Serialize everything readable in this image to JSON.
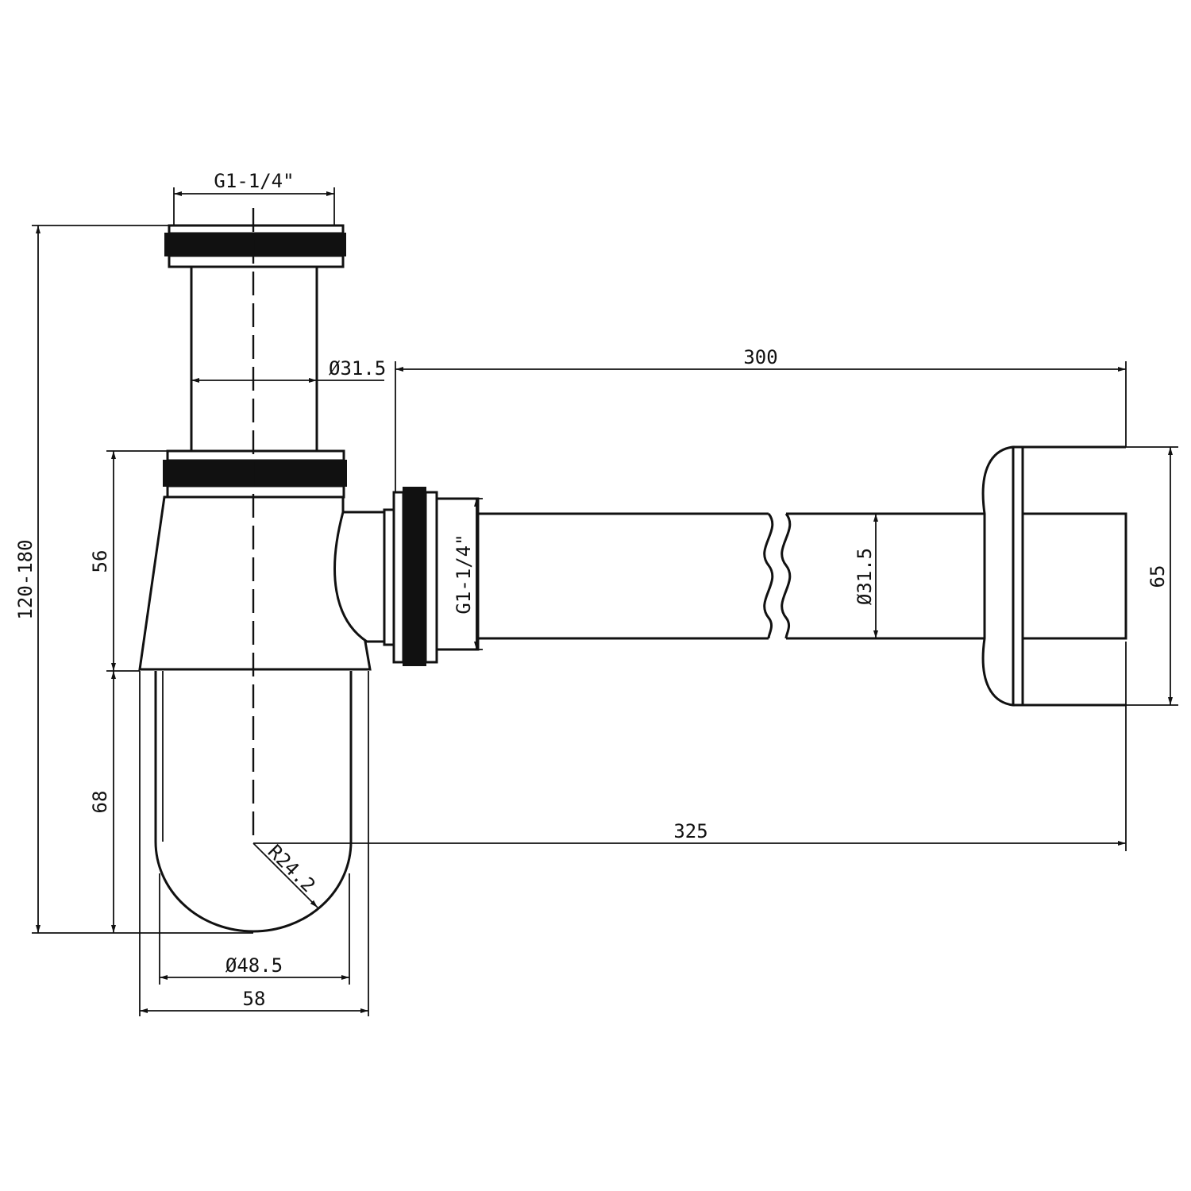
{
  "dimensions": {
    "inlet_thread": "G1-1/4\"",
    "tail_diameter": "Ø31.5",
    "pipe_length": "300",
    "outlet_thread": "G1-1/4\"",
    "pipe_diameter": "Ø31.5",
    "rosette_height": "65",
    "total_height": "120-180",
    "upper_height": "56",
    "lower_height": "68",
    "bend_radius": "R24.2",
    "overall_length": "325",
    "cup_diameter": "Ø48.5",
    "body_width": "58"
  },
  "colors": {
    "line": "#111111",
    "background": "#ffffff"
  }
}
